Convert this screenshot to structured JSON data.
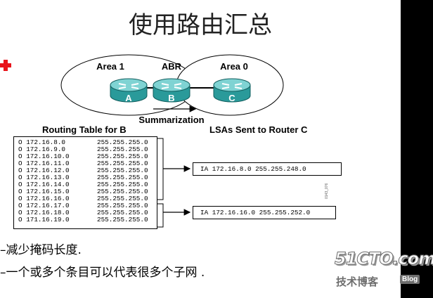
{
  "title": "使用路由汇总",
  "diagram": {
    "areas": {
      "area1": "Area 1",
      "abr": "ABR",
      "area0": "Area 0"
    },
    "routers": {
      "a": "A",
      "b": "B",
      "c": "C"
    },
    "summarization_label": "Summarization",
    "colors": {
      "router": "#2a9a9a",
      "router_top": "#7fd3d3",
      "red_cross": "#e8141b"
    }
  },
  "routing_table": {
    "caption": "Routing Table for B",
    "rows": [
      {
        "code": "O",
        "network": "172.16.8.0",
        "mask": "255.255.255.0"
      },
      {
        "code": "O",
        "network": "172.16.9.0",
        "mask": "255.255.255.0"
      },
      {
        "code": "O",
        "network": "172.16.10.0",
        "mask": "255.255.255.0"
      },
      {
        "code": "O",
        "network": "172.16.11.0",
        "mask": "255.255.255.0"
      },
      {
        "code": "O",
        "network": "172.16.12.0",
        "mask": "255.255.255.0"
      },
      {
        "code": "O",
        "network": "172.16.13.0",
        "mask": "255.255.255.0"
      },
      {
        "code": "O",
        "network": "172.16.14.0",
        "mask": "255.255.255.0"
      },
      {
        "code": "O",
        "network": "172.16.15.0",
        "mask": "255.255.255.0"
      },
      {
        "code": "O",
        "network": "172.16.16.0",
        "mask": "255.255.255.0"
      },
      {
        "code": "O",
        "network": "172.16.17.0",
        "mask": "255.255.255.0"
      },
      {
        "code": "O",
        "network": "172.16.18.0",
        "mask": "255.255.255.0"
      },
      {
        "code": "O",
        "network": "171.16.19.0",
        "mask": "255.255.255.0"
      }
    ]
  },
  "lsas": {
    "caption": "LSAs Sent to Router C",
    "entries": [
      "IA 172.16.8.0 255.255.248.0",
      "IA 172.16.16.0 255.255.252.0"
    ]
  },
  "side_tag": "0143_076",
  "bullets": [
    "–减少掩码长度.",
    "–一个或多个条目可以代表很多个子网 ."
  ],
  "logo": {
    "main": "51CTO.com",
    "sub": "技术博客",
    "blog": "Blog"
  }
}
